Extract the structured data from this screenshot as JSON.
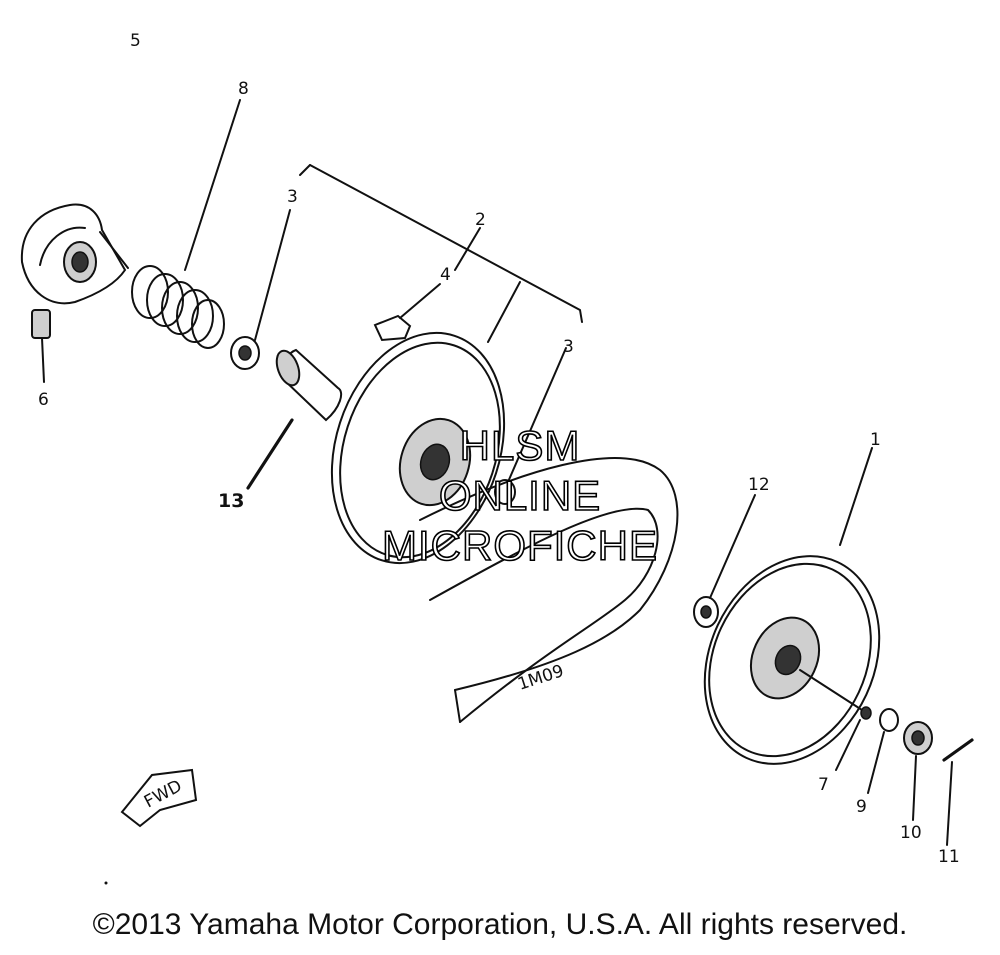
{
  "callouts": [
    {
      "id": "c1",
      "text": "1"
    },
    {
      "id": "c2",
      "text": "2"
    },
    {
      "id": "c3a",
      "text": "3"
    },
    {
      "id": "c3b",
      "text": "3"
    },
    {
      "id": "c4",
      "text": "4"
    },
    {
      "id": "c5",
      "text": "5"
    },
    {
      "id": "c6",
      "text": "6"
    },
    {
      "id": "c7",
      "text": "7"
    },
    {
      "id": "c8",
      "text": "8"
    },
    {
      "id": "c9",
      "text": "9"
    },
    {
      "id": "c10",
      "text": "10"
    },
    {
      "id": "c11",
      "text": "11"
    },
    {
      "id": "c12",
      "text": "12"
    },
    {
      "id": "c13",
      "text": "13"
    }
  ],
  "watermark": [
    "HLSM",
    "ONLINE",
    "MICROFICHE"
  ],
  "fwd_label": "FWD",
  "belt_text": "1M09",
  "copyright": "©2013 Yamaha Motor Corporation, U.S.A. All rights reserved."
}
